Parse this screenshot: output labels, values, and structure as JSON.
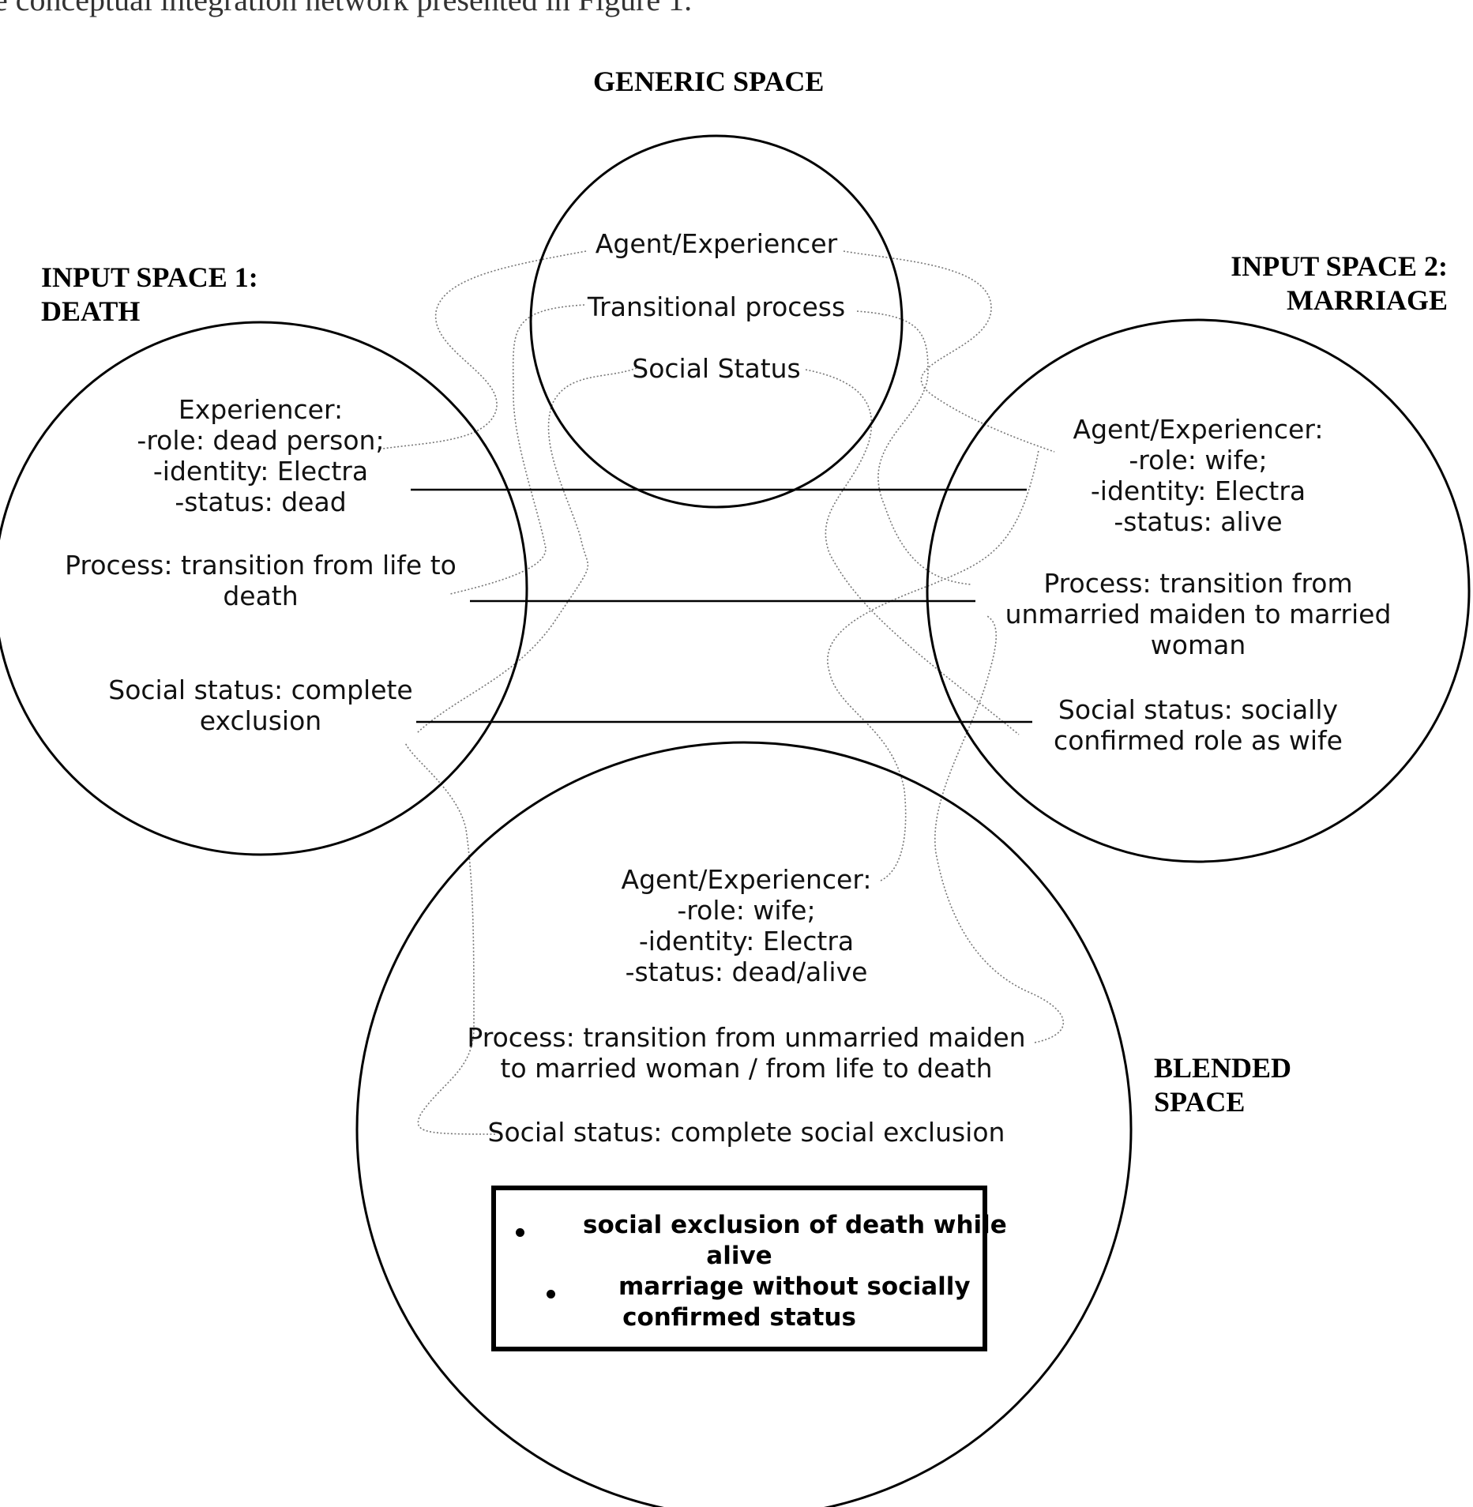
{
  "caption_fragment": "e conceptual integration network presented in Figure 1.",
  "generic_space": {
    "title": "GENERIC SPACE",
    "items": [
      "Agent/Experiencer",
      "Transitional process",
      "Social Status"
    ]
  },
  "input_space_1": {
    "title_line1": "INPUT SPACE 1:",
    "title_line2": "DEATH",
    "experiencer": [
      "Experiencer:",
      "-role: dead person;",
      "-identity: Electra",
      "-status: dead"
    ],
    "process": [
      "Process: transition from life to",
      "death"
    ],
    "social_status": [
      "Social status: complete",
      "exclusion"
    ]
  },
  "input_space_2": {
    "title_line1": "INPUT SPACE 2:",
    "title_line2": "MARRIAGE",
    "experiencer": [
      "Agent/Experiencer:",
      "-role: wife;",
      "-identity: Electra",
      "-status: alive"
    ],
    "process": [
      "Process: transition from",
      "unmarried maiden to married",
      "woman"
    ],
    "social_status": [
      "Social status: socially",
      "confirmed role as wife"
    ]
  },
  "blended_space": {
    "title_line1": "BLENDED",
    "title_line2": "SPACE",
    "experiencer": [
      "Agent/Experiencer:",
      "-role: wife;",
      "-identity: Electra",
      "-status: dead/alive"
    ],
    "process": [
      "Process: transition from unmarried maiden",
      "to married woman / from life to death"
    ],
    "social_status": "Social status: complete social exclusion",
    "emergent_structure": {
      "item1_line1": "social exclusion of death while",
      "item1_line2": "alive",
      "item2_line1": "marriage without socially",
      "item2_line2": "confirmed status"
    }
  }
}
